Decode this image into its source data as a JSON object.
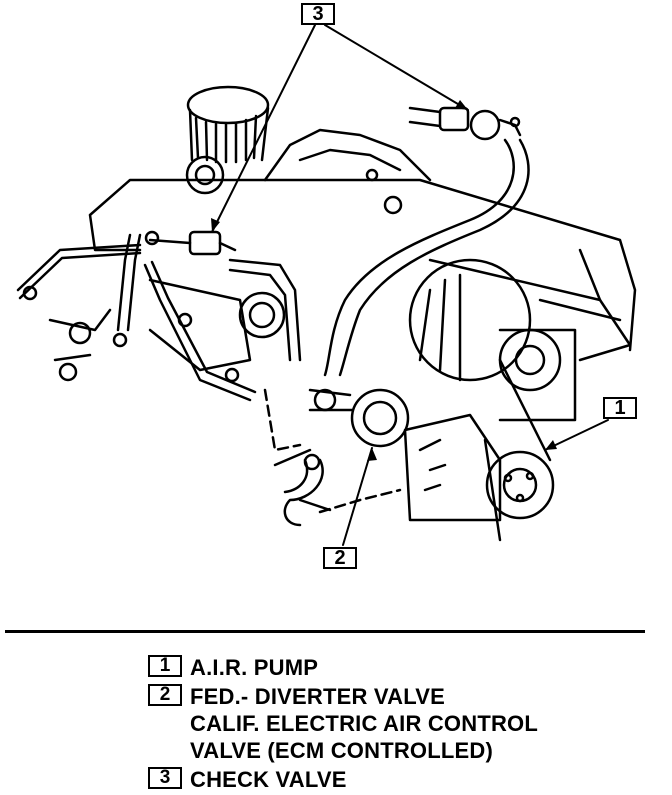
{
  "callouts": [
    {
      "id": "callout-3",
      "label": "3"
    },
    {
      "id": "callout-1",
      "label": "1"
    },
    {
      "id": "callout-2",
      "label": "2"
    }
  ],
  "legend": [
    {
      "num": "1",
      "lines": [
        "A.I.R. PUMP"
      ]
    },
    {
      "num": "2",
      "lines": [
        "FED.- DIVERTER VALVE",
        "CALIF. ELECTRIC AIR CONTROL",
        "VALVE (ECM CONTROLLED)"
      ]
    },
    {
      "num": "3",
      "lines": [
        "CHECK VALVE"
      ]
    }
  ]
}
